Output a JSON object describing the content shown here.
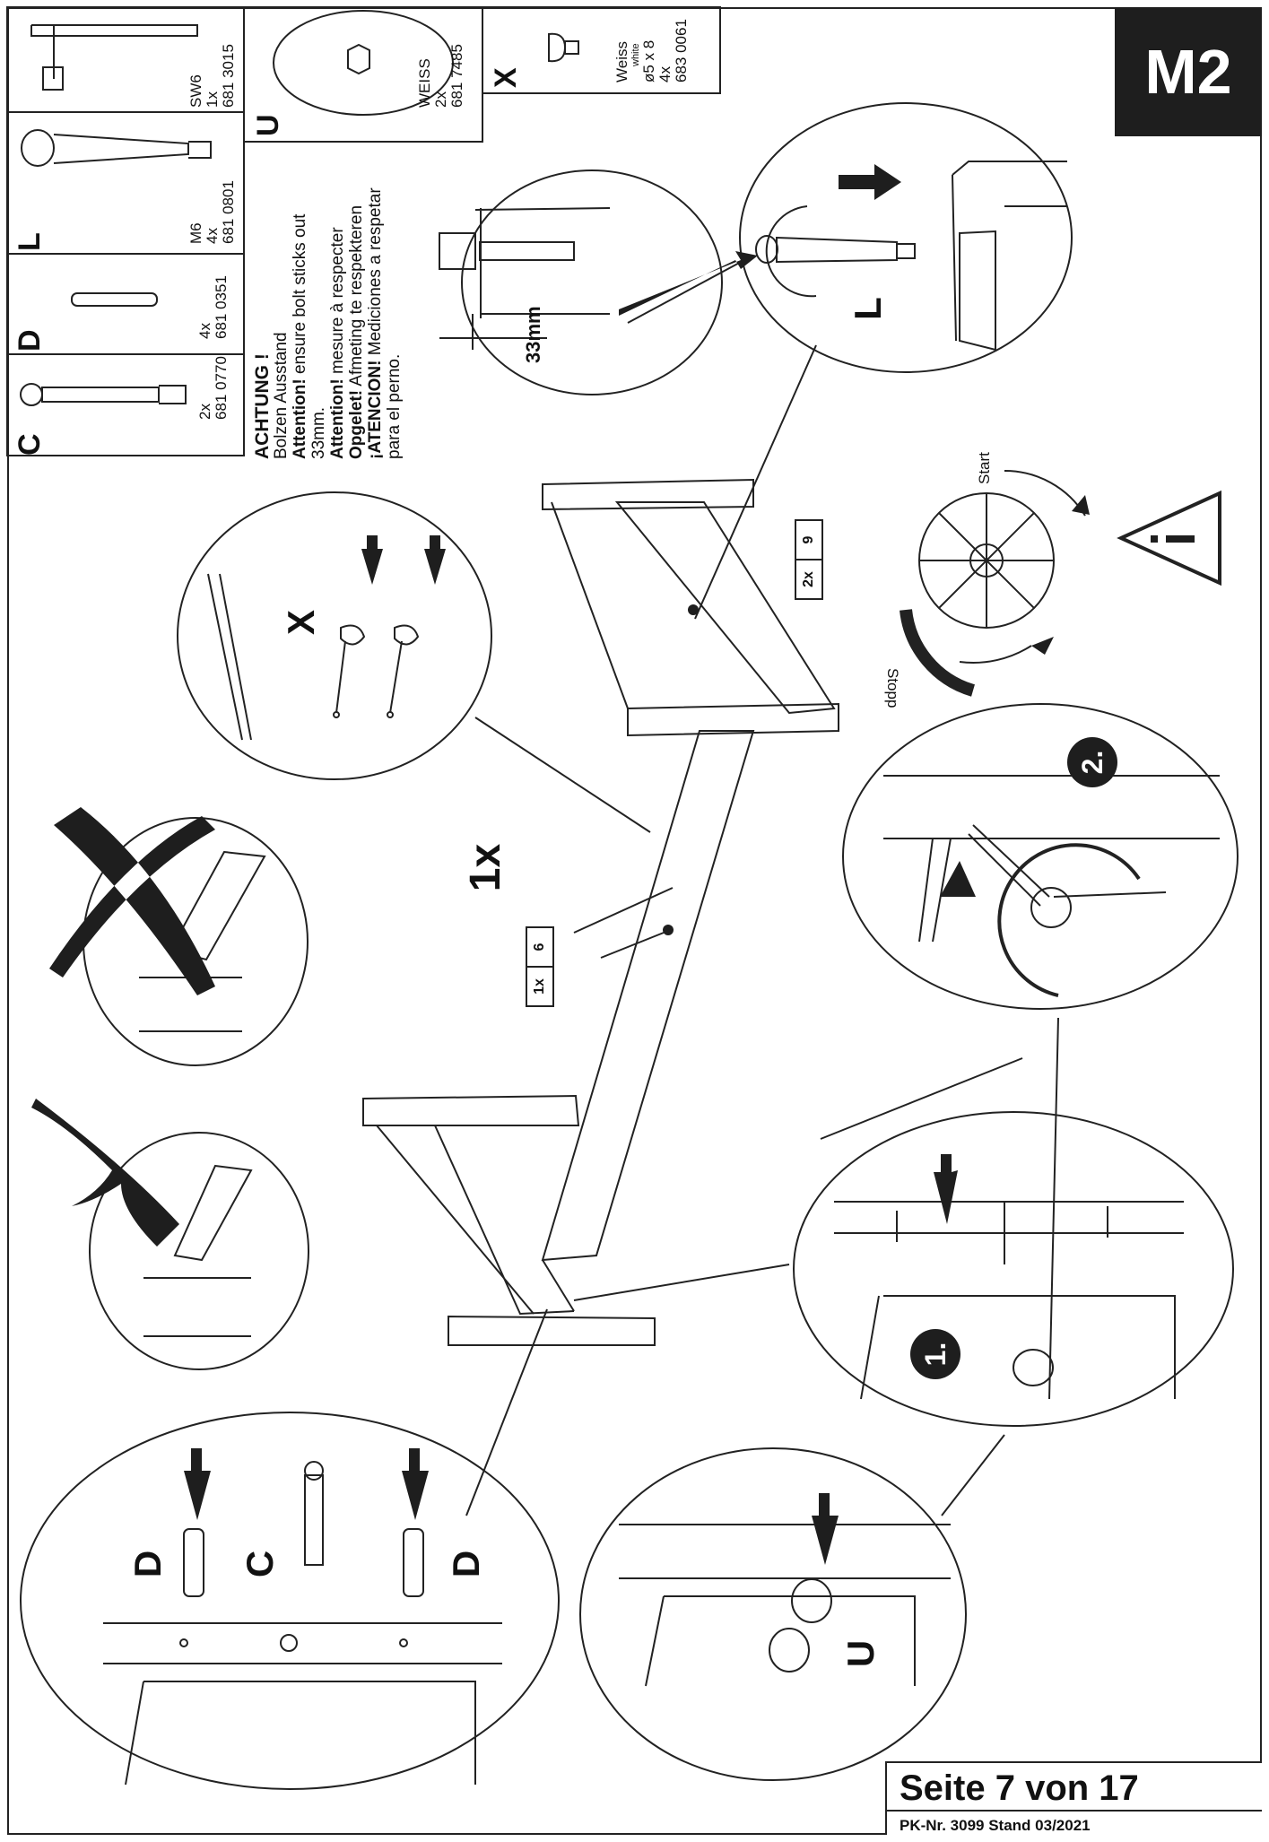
{
  "step": "M2",
  "parts": [
    {
      "letter": "C",
      "qty": "2x",
      "art": "681 0770"
    },
    {
      "letter": "D",
      "qty": "4x",
      "art": "681 0351"
    },
    {
      "letter": "L",
      "spec": "M6",
      "qty": "4x",
      "art": "681 0801"
    },
    {
      "spec": "SW6",
      "qty": "1x",
      "art": "681 3015"
    },
    {
      "letter": "U",
      "spec": "WEISS",
      "qty": "2x",
      "art": "681 7485"
    },
    {
      "letter": "X",
      "spec": "Weiss",
      "spec2": "white",
      "spec3": "ø5 x 8",
      "qty": "4x",
      "art": "683 0061"
    }
  ],
  "warning": {
    "title": "ACHTUNG !",
    "de": "Bolzen Ausstand",
    "en_bold": "Attention!",
    "en": " ensure bolt sticks out",
    "en2": "33mm.",
    "fr_bold": "Attention!",
    "fr": " mesure à respecter",
    "nl_bold": "Opgelet!",
    "nl": " Afmeting te respekteren",
    "es_bold": "¡ATENCION!",
    "es": " Mediciones a respetar",
    "es2": "para el perno."
  },
  "labels": {
    "dimension": "33mm",
    "bolt_letter": "L",
    "x_letter": "X",
    "d_letter_1": "D",
    "c_letter": "C",
    "d_letter_2": "D",
    "u_letter": "U",
    "qty_main": "1x",
    "start": "Start",
    "stopp": "Stopp",
    "step1": "1.",
    "step2": "2."
  },
  "callouts": [
    {
      "qty": "2x",
      "num": "9"
    },
    {
      "qty": "1x",
      "num": "6"
    }
  ],
  "footer": {
    "page": "Seite 7 von 17",
    "pk": "PK-Nr. 3099   Stand 03/2021"
  }
}
